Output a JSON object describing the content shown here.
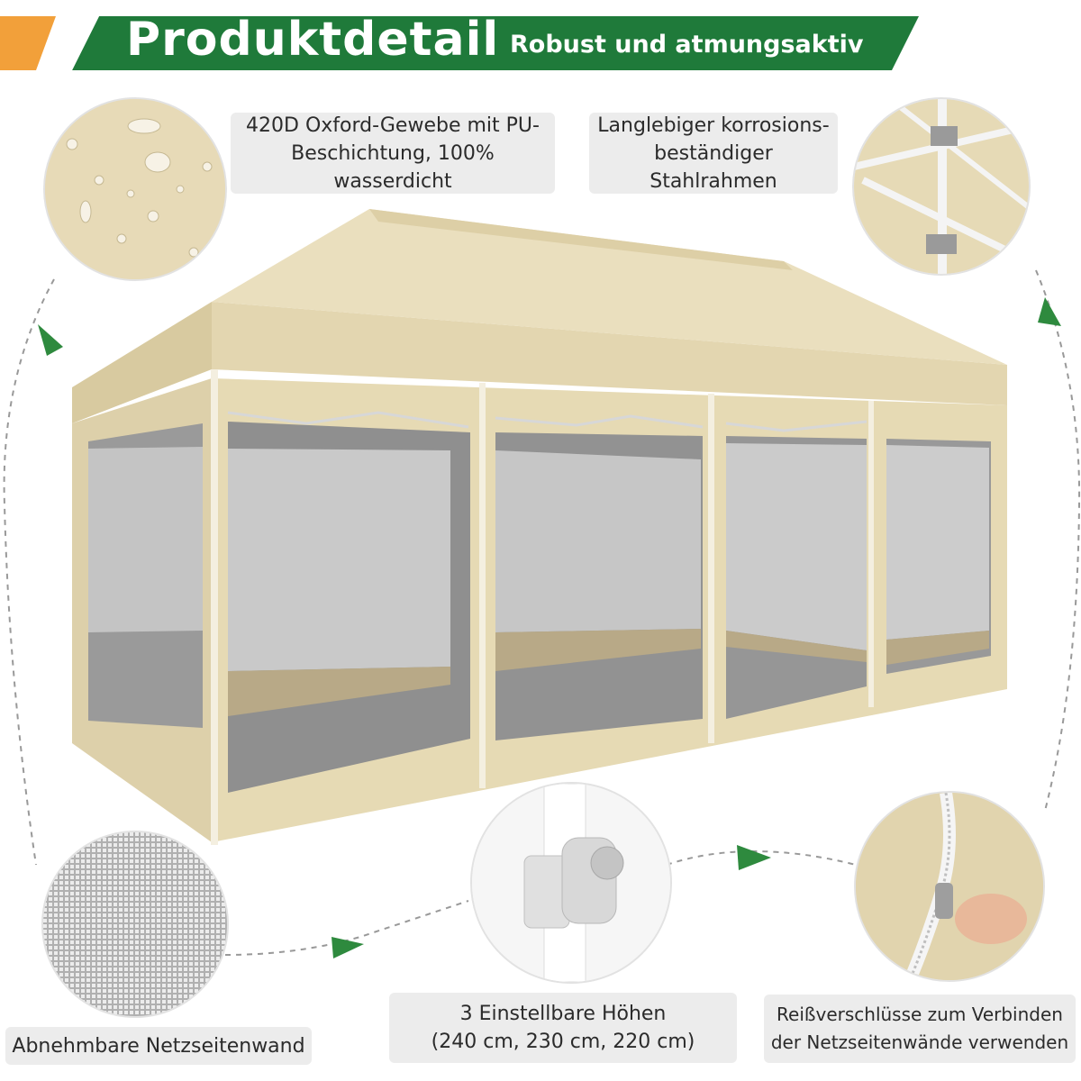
{
  "header": {
    "title": "Produktdetail",
    "subtitle": "Robust und atmungsaktiv"
  },
  "features": {
    "fabric": {
      "line1": "420D Oxford-Gewebe mit PU-",
      "line2": "Beschichtung, 100% wasserdicht",
      "icon": "water-droplets-icon"
    },
    "frame": {
      "line1": "Langlebiger korrosions-",
      "line2": "beständiger Stahlrahmen",
      "icon": "steel-frame-joint-icon"
    },
    "mesh": {
      "line1": "Abnehmbare Netzseitenwand",
      "icon": "mesh-fabric-icon"
    },
    "height": {
      "line1": "3 Einstellbare Höhen",
      "line2": "(240 cm, 230 cm, 220 cm)",
      "icon": "height-adjust-clip-icon"
    },
    "zipper": {
      "line1": "Reißverschlüsse zum Verbinden",
      "line2": "der Netzseitenwände verwenden",
      "icon": "zipper-icon"
    }
  },
  "colors": {
    "banner_green": "#1f7a3a",
    "banner_orange": "#f2a03a",
    "canopy_beige": "#e8dcb8",
    "canopy_shade": "#d9caa1",
    "mesh_gray": "#8e8e8e",
    "arrow_green": "#2e8a3e"
  }
}
